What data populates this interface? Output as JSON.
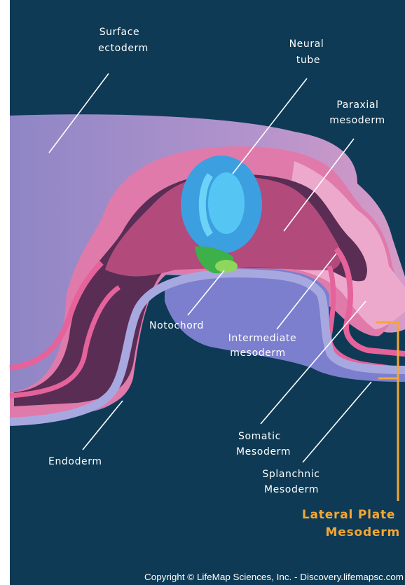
{
  "labels": {
    "surface_ectoderm": [
      "Surface",
      "ectoderm"
    ],
    "neural_tube": [
      "Neural",
      "tube"
    ],
    "paraxial_mesoderm": [
      "Paraxial",
      "mesoderm"
    ],
    "notochord": [
      "Notochord"
    ],
    "intermediate_mesoderm": [
      "Intermediate",
      "mesoderm"
    ],
    "endoderm": [
      "Endoderm"
    ],
    "somatic_mesoderm": [
      "Somatic",
      "Mesoderm"
    ],
    "splanchnic_mesoderm": [
      "Splanchnic",
      "Mesoderm"
    ],
    "lateral_plate_mesoderm": [
      "Lateral Plate",
      "Mesoderm"
    ]
  },
  "copyright": "Copyright © LifeMap Sciences, Inc. - Discovery.lifemapsc.com",
  "colors": {
    "background": "#0e3a55",
    "ectoderm": "#a88ac8",
    "pink_layer": "#e5629a",
    "light_pink": "#e8a0c6",
    "mesoderm": "#b24a7c",
    "dark_band": "#5a2d55",
    "neural_tube_outer": "#3c9fe0",
    "neural_tube_inner": "#55c6f3",
    "notochord": "#3eb04a",
    "endoderm": "#7b7fcd",
    "accent": "#f3a735"
  }
}
